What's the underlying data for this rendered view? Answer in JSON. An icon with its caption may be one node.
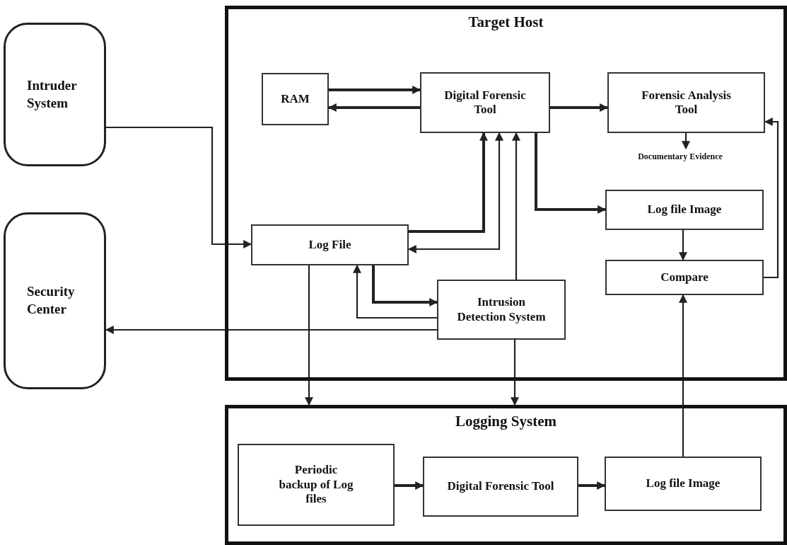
{
  "diagram": {
    "nodes": [
      {
        "text": [
          "Intruder System"
        ]
      },
      {
        "text": [
          "Security Center"
        ]
      },
      {
        "text": [
          "Target Host"
        ]
      },
      {
        "text": [
          "RAM"
        ],
        "in": 2
      },
      {
        "text": [
          "Digital Forensic Tool"
        ],
        "in": 2
      },
      {
        "text": [
          "Forensic Analysis Tool"
        ],
        "in": 2
      },
      {
        "text": [
          "Documentary Evidence"
        ],
        "in": 2
      },
      {
        "text": [
          "Log file Image"
        ],
        "in": 2
      },
      {
        "text": [
          "Log File"
        ],
        "in": 2
      },
      {
        "text": [
          "Compare"
        ],
        "in": 2
      },
      {
        "text": [
          "Intrusion Detection System"
        ],
        "in": 2
      },
      {
        "text": [
          "Logging System"
        ]
      },
      {
        "text": [
          "Periodic backup of Log files"
        ],
        "in": 11
      },
      {
        "text": [
          "Digital Forensic Tool"
        ],
        "in": 11
      },
      {
        "text": [
          "Log file Image"
        ],
        "in": 11
      }
    ],
    "edges": [
      {
        "from": 0,
        "to": 8,
        "arrow": "to"
      },
      {
        "from": 3,
        "to": 4,
        "arrow": "to",
        "style": "thick"
      },
      {
        "from": 4,
        "to": 3,
        "arrow": "to",
        "style": "thick"
      },
      {
        "from": 4,
        "to": 5,
        "arrow": "to",
        "style": "thick"
      },
      {
        "from": 5,
        "to": 6,
        "arrow": "to"
      },
      {
        "from": 4,
        "to": 7,
        "arrow": "to",
        "style": "thick"
      },
      {
        "from": 7,
        "to": 9,
        "arrow": "to"
      },
      {
        "from": 9,
        "to": 5,
        "arrow": "to"
      },
      {
        "from": 8,
        "to": 4,
        "arrow": "to",
        "style": "thick"
      },
      {
        "from": 4,
        "to": 8,
        "arrow": "both"
      },
      {
        "from": 10,
        "to": 4,
        "arrow": "to"
      },
      {
        "from": 8,
        "to": 10,
        "arrow": "to",
        "style": "thick"
      },
      {
        "from": 10,
        "to": 8,
        "arrow": "to"
      },
      {
        "from": 10,
        "to": 1,
        "arrow": "to"
      },
      {
        "from": 8,
        "to": 11,
        "arrow": "to"
      },
      {
        "from": 10,
        "to": 11,
        "arrow": "to"
      },
      {
        "from": 12,
        "to": 13,
        "arrow": "to",
        "style": "thick"
      },
      {
        "from": 13,
        "to": 14,
        "arrow": "to",
        "style": "thick"
      },
      {
        "from": 14,
        "to": 9,
        "arrow": "to"
      }
    ]
  }
}
